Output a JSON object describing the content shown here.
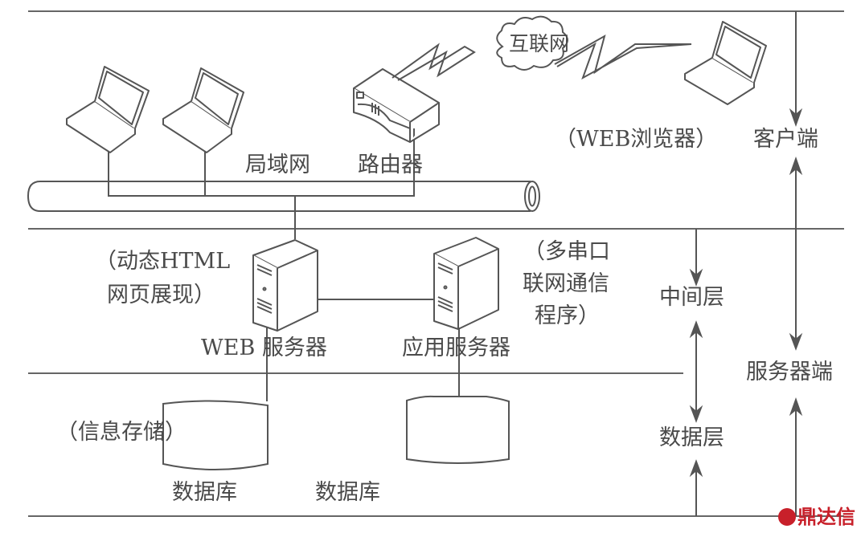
{
  "diagram": {
    "tiers": {
      "client": "客户端",
      "server": "服务器端",
      "middle": "中间层",
      "data": "数据层"
    },
    "nodes": {
      "internet": "互联网",
      "lan": "局域网",
      "router": "路由器",
      "browser_note": "（WEB浏览器）",
      "web_server": "WEB 服务器",
      "web_server_note_1": "（动态HTML",
      "web_server_note_2": "网页展现）",
      "app_server": "应用服务器",
      "app_server_note_1": "（多串口",
      "app_server_note_2": "联网通信",
      "app_server_note_3": "程序）",
      "db_note": "（信息存储）",
      "database_1": "数据库",
      "database_2": "数据库"
    },
    "colors": {
      "line": "#555555",
      "watermark": "#c8202a"
    }
  },
  "watermark": {
    "text": "鼎达信"
  }
}
